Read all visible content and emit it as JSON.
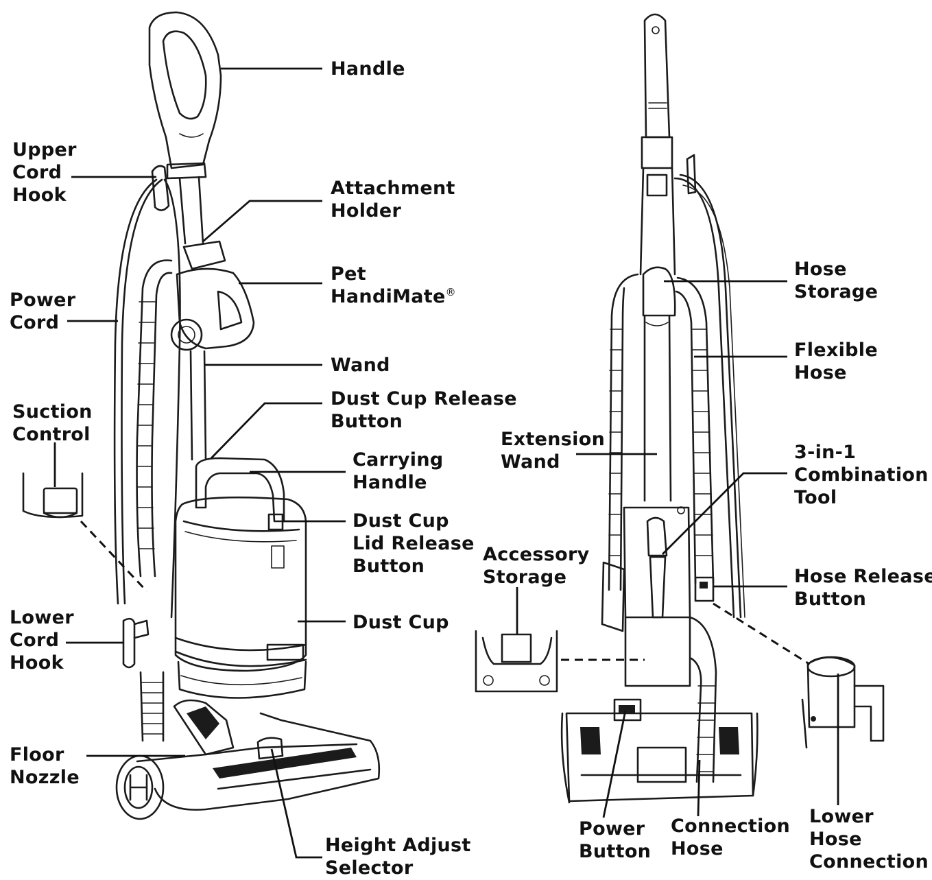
{
  "labels": {
    "handle": "Handle",
    "upper_cord_hook": "Upper\nCord\nHook",
    "attachment_holder": "Attachment\nHolder",
    "pet_handimate": "Pet\nHandiMate",
    "pet_handimate_mark": "®",
    "power_cord": "Power\nCord",
    "wand": "Wand",
    "dust_cup_release_button": "Dust Cup Release\nButton",
    "suction_control": "Suction\nControl",
    "carrying_handle": "Carrying\nHandle",
    "dust_cup_lid_release_button": "Dust Cup\nLid Release\nButton",
    "dust_cup": "Dust Cup",
    "lower_cord_hook": "Lower\nCord\nHook",
    "floor_nozzle": "Floor\nNozzle",
    "height_adjust_selector": "Height Adjust\nSelector",
    "hose_storage": "Hose\nStorage",
    "flexible_hose": "Flexible\nHose",
    "extension_wand": "Extension\nWand",
    "combination_tool": "3-in-1\nCombination\nTool",
    "accessory_storage": "Accessory\nStorage",
    "hose_release_button": "Hose Release\nButton",
    "power_button": "Power\nButton",
    "connection_hose": "Connection\nHose",
    "lower_hose_connection": "Lower\nHose\nConnection"
  }
}
